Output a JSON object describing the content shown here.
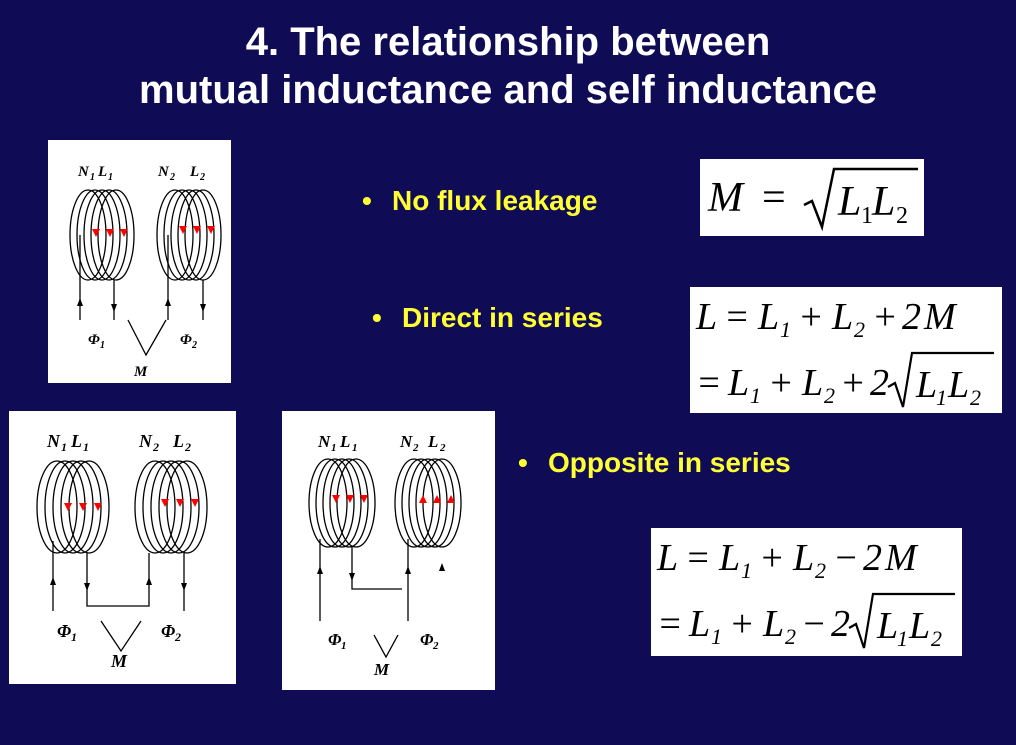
{
  "slide": {
    "title_line1": "4. The relationship between",
    "title_line2": "mutual inductance and self inductance"
  },
  "bullets": [
    {
      "marker": "•",
      "text": "No flux leakage"
    },
    {
      "marker": "•",
      "text": "Direct in series"
    },
    {
      "marker": "•",
      "text": "Opposite in series"
    }
  ],
  "equations": {
    "no_leakage": {
      "lhs": "M",
      "eq": "=",
      "radicand_1": "L",
      "sub_1": "1",
      "radicand_2": "L",
      "sub_2": "2"
    },
    "direct": {
      "line1": {
        "lhs": "L",
        "a": "L",
        "a_sub": "1",
        "op1": "+",
        "b": "L",
        "b_sub": "2",
        "op2": "+",
        "coef": "2",
        "m": "M"
      },
      "line2": {
        "a": "L",
        "a_sub": "1",
        "op1": "+",
        "b": "L",
        "b_sub": "2",
        "op2": "+",
        "coef": "2",
        "r1": "L",
        "r1_sub": "1",
        "r2": "L",
        "r2_sub": "2"
      }
    },
    "opposite": {
      "line1": {
        "lhs": "L",
        "a": "L",
        "a_sub": "1",
        "op1": "+",
        "b": "L",
        "b_sub": "2",
        "op2": "−",
        "coef": "2",
        "m": "M"
      },
      "line2": {
        "a": "L",
        "a_sub": "1",
        "op1": "+",
        "b": "L",
        "b_sub": "2",
        "op2": "−",
        "coef": "2",
        "r1": "L",
        "r1_sub": "1",
        "r2": "L",
        "r2_sub": "2"
      }
    }
  },
  "figure_labels": {
    "n1": "N",
    "n1_sub": "1",
    "l1": "L",
    "l1_sub": "1",
    "n2": "N",
    "n2_sub": "2",
    "l2": "L",
    "l2_sub": "2",
    "phi1": "Φ",
    "phi1_sub": "1",
    "phi2": "Φ",
    "phi2_sub": "2",
    "m": "M"
  },
  "colors": {
    "background": "#0f0c55",
    "title": "#ffffff",
    "bullet": "#ffff33",
    "arrow": "#ff0000"
  }
}
